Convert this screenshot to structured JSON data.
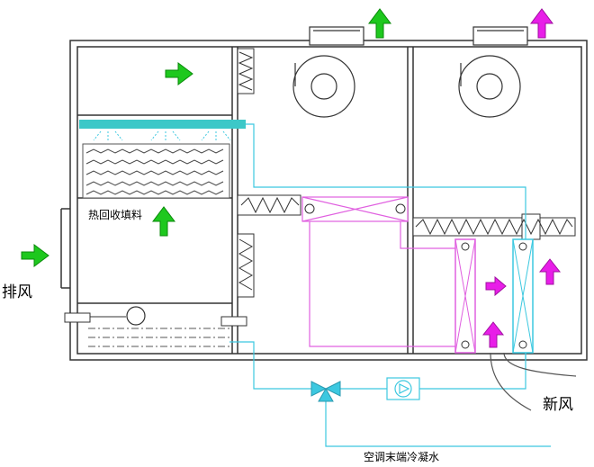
{
  "labels": {
    "exhaust_air": "排风",
    "fresh_air": "新风",
    "heat_recovery_fill": "热回收填料",
    "terminal_chilled_water": "空调末端冷凝水"
  },
  "colors": {
    "green_arrow": "#1ec81e",
    "magenta_arrow": "#e81ee8",
    "cyan_pipe": "#3cc8e0",
    "cyan_spray_bar": "#3cc8c8",
    "pink_pipe": "#e060e0",
    "outline": "#333333"
  }
}
